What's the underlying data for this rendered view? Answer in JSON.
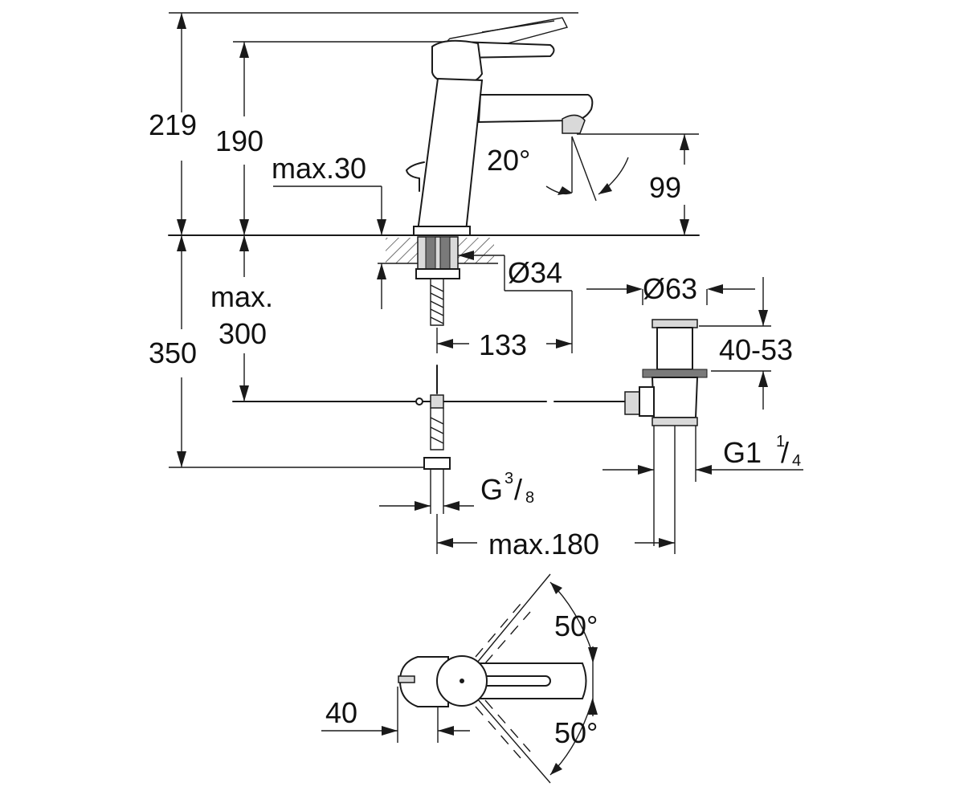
{
  "dimensions": {
    "d219": "219",
    "d190": "190",
    "max30": "max.30",
    "angle20": "20°",
    "d99": "99",
    "dia34": "Ø34",
    "dia63": "Ø63",
    "max_label": "max.",
    "max300": "300",
    "d350": "350",
    "d133": "133",
    "range40_53": "40-53",
    "thread_waste": {
      "base": "G1",
      "num": "1",
      "sep": "/",
      "den": "4"
    },
    "thread_supply": {
      "base": "G",
      "num": "3",
      "sep": "/",
      "den": "8"
    },
    "max180": "max.180",
    "angle50_top": "50°",
    "angle50_bottom": "50°",
    "d40": "40"
  }
}
